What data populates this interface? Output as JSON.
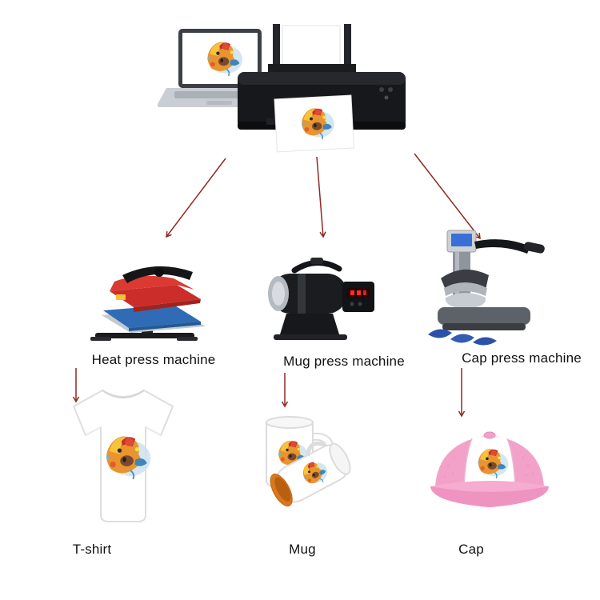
{
  "diagram": {
    "arrow_color": "#8e2a22",
    "background": "#ffffff",
    "source": {
      "laptop_illustration": "laptop-with-artwork",
      "printer_illustration": "inkjet-printer-with-printed-sheet"
    },
    "machines": [
      {
        "id": "heat-press",
        "label": "Heat press machine",
        "illustration": "heat-press-machine"
      },
      {
        "id": "mug-press",
        "label": "Mug press machine",
        "illustration": "mug-press-machine"
      },
      {
        "id": "cap-press",
        "label": "Cap press machine",
        "illustration": "cap-press-machine"
      }
    ],
    "products": [
      {
        "id": "t-shirt",
        "label": "T-shirt",
        "illustration": "printed-t-shirt"
      },
      {
        "id": "mug",
        "label": "Mug",
        "illustration": "printed-mugs"
      },
      {
        "id": "cap",
        "label": "Cap",
        "illustration": "printed-trucker-cap"
      }
    ],
    "arrows": [
      {
        "from": "printer",
        "to": "heat-press"
      },
      {
        "from": "printer",
        "to": "mug-press"
      },
      {
        "from": "printer",
        "to": "cap-press"
      },
      {
        "from": "heat-press",
        "to": "t-shirt"
      },
      {
        "from": "mug-press",
        "to": "mug"
      },
      {
        "from": "cap-press",
        "to": "cap"
      }
    ]
  }
}
